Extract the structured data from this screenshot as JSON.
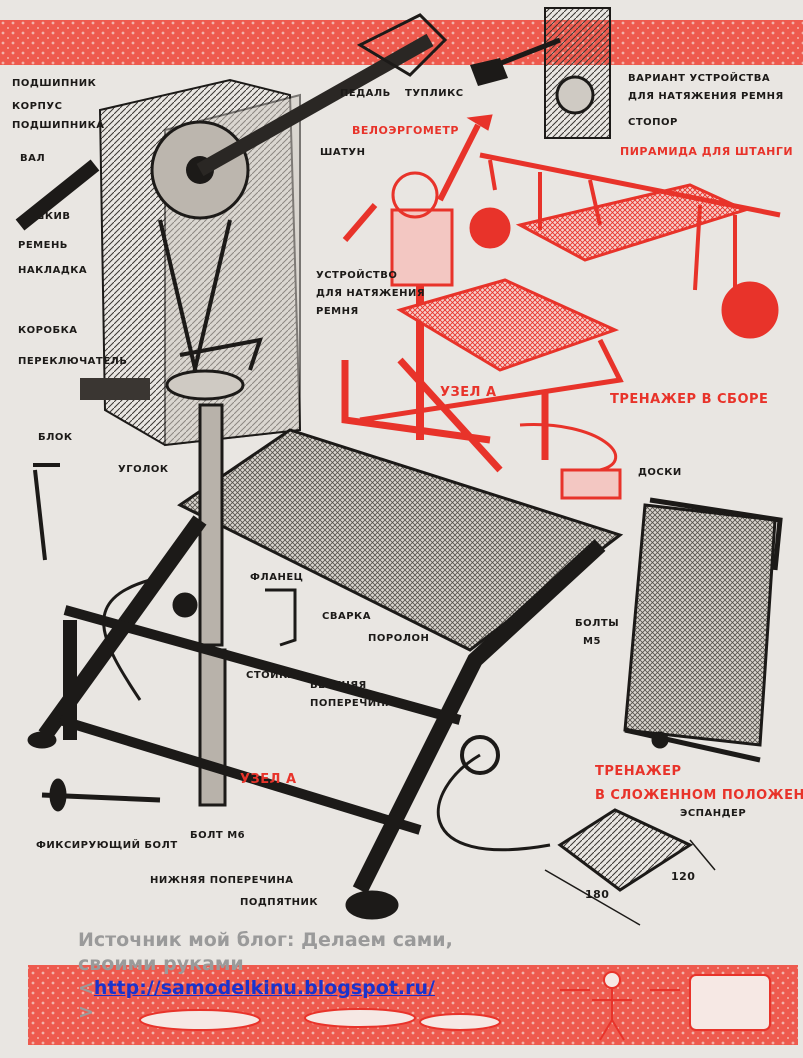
{
  "labels": {
    "bearing": "ПОДШИПНИК",
    "bearing_housing_1": "КОРПУС",
    "bearing_housing_2": "ПОДШИПНИКА",
    "shaft": "ВАЛ",
    "pulley": "ШКИВ",
    "belt": "РЕМЕНЬ",
    "pad": "НАКЛАДКА",
    "box": "КОРОБКА",
    "switch": "ПЕРЕКЛЮЧАТЕЛЬ",
    "pedal": "ПЕДАЛЬ",
    "toe_clip": "ТУПЛИКС",
    "conrod": "ШАТУН",
    "tensioner_1": "УСТРОЙСТВО",
    "tensioner_2": "ДЛЯ НАТЯЖЕНИЯ",
    "tensioner_3": "РЕМНЯ",
    "variant_1": "ВАРИАНТ УСТРОЙСТВА",
    "variant_2": "ДЛЯ НАТЯЖЕНИЯ РЕМНЯ",
    "stopper": "СТОПОР",
    "bike_ergometer": "ВЕЛОЭРГОМЕТР",
    "barbell_pyramid": "ПИРАМИДА ДЛЯ ШТАНГИ",
    "node_a_top": "УЗЕЛ А",
    "assembled": "ТРЕНАЖЕР В СБОРЕ",
    "block": "БЛОК",
    "angle": "УГОЛОК",
    "boards": "ДОСКИ",
    "flange": "ФЛАНЕЦ",
    "welding": "СВАРКА",
    "foam": "ПОРОЛОН",
    "bolts_1": "БОЛТЫ",
    "bolts_2": "М5",
    "post": "СТОЙКА",
    "upper_crossbar_1": "ВЕРХНЯЯ",
    "upper_crossbar_2": "ПОПЕРЕЧИНА",
    "node_a_bottom": "УЗЕЛ А",
    "locking_bolt": "ФИКСИРУЮЩИЙ БОЛТ",
    "bolt_m6": "БОЛТ М6",
    "lower_crossbar": "НИЖНЯЯ ПОПЕРЕЧИНА",
    "thrust_bearing": "ПОДПЯТНИК",
    "folded_1": "ТРЕНАЖЕР",
    "folded_2": "В СЛОЖЕННОМ ПОЛОЖЕНИИ",
    "expander": "ЭСПАНДЕР",
    "dim_120": "120",
    "dim_180": "180"
  },
  "source": {
    "line1": "Источник мой блог: Делаем сами,",
    "line2": "своими руками",
    "open": "<",
    "url": "http://samodelkinu.blogspot.ru/",
    "close": ">"
  },
  "colors": {
    "paper": "#e9e6e2",
    "ink": "#1c1a18",
    "red": "#e8332a",
    "link": "#1a33cc",
    "source_text": "#9a9a9a"
  }
}
